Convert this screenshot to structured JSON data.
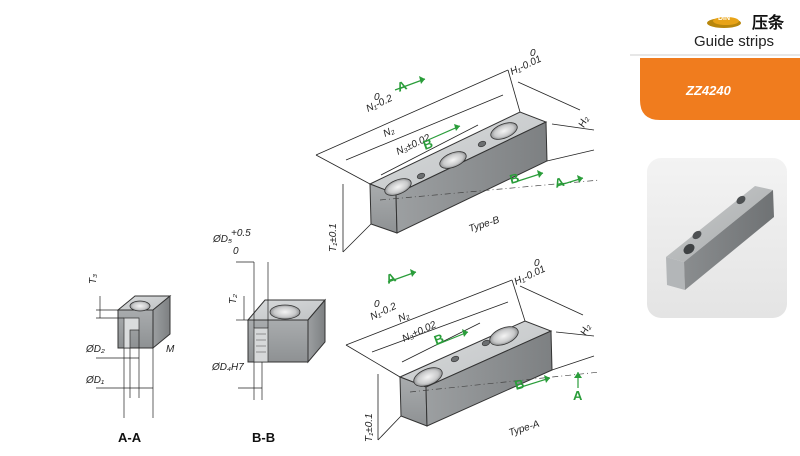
{
  "header": {
    "logo_text": "DIN",
    "title_cn": "压条",
    "title_en": "Guide strips"
  },
  "product": {
    "code": "ZZ4240"
  },
  "colors": {
    "accent_orange": "#f07c1e",
    "dimension_green": "#2a9d3a",
    "part_grey": "#b9bcbe"
  },
  "section_markers": {
    "a": "A",
    "b": "B"
  },
  "type_b": {
    "label": "Type-B",
    "n1": "N₁-0.2",
    "n1_sup": "0",
    "n2": "N₂",
    "n3": "N₃±0.02",
    "h1": "H₁-0.01",
    "h1_sup": "0",
    "h2": "H₂",
    "t1": "T₁±0.1"
  },
  "type_a": {
    "label": "Type-A",
    "n1": "N₁-0.2",
    "n1_sup": "0",
    "n2": "N₂",
    "n3": "N₃±0.02",
    "h1": "H₁-0.01",
    "h1_sup": "0",
    "h2": "H₂",
    "t1": "T₁±0.1"
  },
  "section_aa": {
    "label": "A-A",
    "t3": "T₃",
    "d2": "ØD₂",
    "d1": "ØD₁",
    "m": "M"
  },
  "section_bb": {
    "label": "B-B",
    "d5": "ØD₅",
    "d5_tol_top": "+0.5",
    "d5_tol_bot": "0",
    "t2": "T₂",
    "d4": "ØD₄H7"
  }
}
